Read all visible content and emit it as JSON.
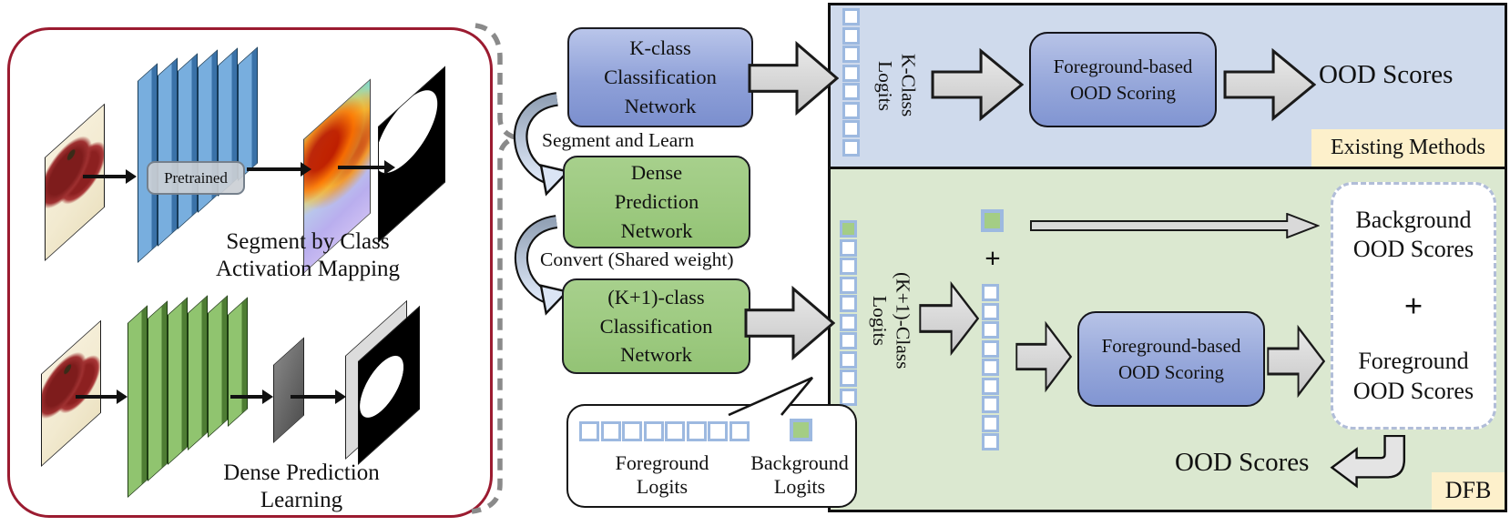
{
  "colors": {
    "frame_red": "#9b1b30",
    "panel_blue": "#cfdaec",
    "panel_green": "#dbe8d0",
    "badge_bg": "#fdf0cb",
    "logit_border": "#9db9e0",
    "logit_green": "#a4cd85"
  },
  "left_panel": {
    "pretrained": "Pretrained",
    "cam_caption": "Segment by Class\nActivation Mapping",
    "dense_caption": "Dense Prediction\nLearning"
  },
  "pipeline": {
    "k_class_box": "K-class\nClassification\nNetwork",
    "segment_learn": "Segment and Learn",
    "dense_box": "Dense\nPrediction\nNetwork",
    "convert_label": "Convert (Shared weight)",
    "k1_class_box": "(K+1)-class\nClassification\nNetwork"
  },
  "legend": {
    "foreground_label": "Foreground\nLogits",
    "background_label": "Background\nLogits",
    "foreground_squares": [
      "white",
      "white",
      "white",
      "white",
      "white",
      "white",
      "white",
      "white"
    ],
    "background_squares": [
      "green"
    ]
  },
  "existing_panel": {
    "logits_label": "K-Class\nLogits",
    "logits_squares": [
      "white",
      "white",
      "white",
      "white",
      "white",
      "white",
      "white",
      "white"
    ],
    "scoring_box": "Foreground-based\nOOD Scoring",
    "ood_scores": "OOD Scores",
    "badge": "Existing Methods"
  },
  "dfb_panel": {
    "logits_label": "(K+1)-Class\nLogits",
    "logits_squares": [
      "green",
      "white",
      "white",
      "white",
      "white",
      "white",
      "white",
      "white",
      "white",
      "white"
    ],
    "background_logit_squares": [
      "green"
    ],
    "plus": "+",
    "foreground_squares": [
      "white",
      "white",
      "white",
      "white",
      "white",
      "white",
      "white",
      "white",
      "white"
    ],
    "scoring_box": "Foreground-based\nOOD Scoring",
    "background_ood": "Background\nOOD Scores",
    "sum_plus": "+",
    "foreground_ood": "Foreground\nOOD Scores",
    "ood_scores": "OOD Scores",
    "badge": "DFB"
  }
}
